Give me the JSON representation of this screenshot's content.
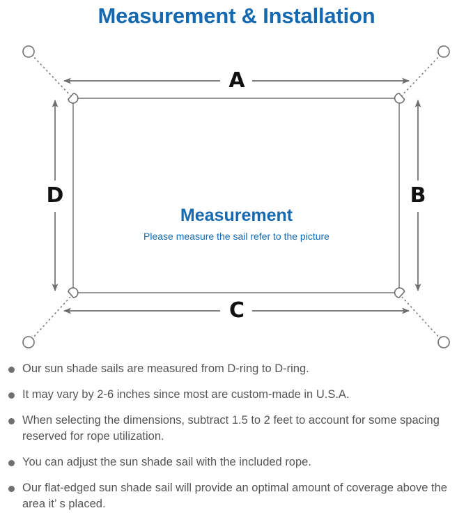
{
  "header": {
    "title": "Measurement & Installation",
    "title_color": "#1569b0"
  },
  "diagram": {
    "center_title": "Measurement",
    "center_subtitle": "Please measure the sail refer to the picture",
    "dimension_labels": {
      "top": "A",
      "right": "B",
      "bottom": "C",
      "left": "D"
    },
    "line_color": "#6e6e6e",
    "sail_outline_color": "#8a8a8a",
    "corners": [
      {
        "name": "top-left-d-ring"
      },
      {
        "name": "top-right-d-ring"
      },
      {
        "name": "bottom-left-d-ring"
      },
      {
        "name": "bottom-right-d-ring"
      }
    ],
    "anchor_points": [
      {
        "name": "top-left-anchor"
      },
      {
        "name": "top-right-anchor"
      },
      {
        "name": "bottom-left-anchor"
      },
      {
        "name": "bottom-right-anchor"
      }
    ]
  },
  "notes": {
    "bullets": [
      "Our sun shade sails are measured from D-ring to D-ring.",
      "It may vary by 2-6 inches since most are custom-made in U.S.A.",
      "When selecting the dimensions, subtract 1.5 to 2 feet to account for some spacing reserved for rope utilization.",
      "You can adjust the sun shade sail with the included rope.",
      "Our flat-edged sun shade sail will provide an optimal amount of coverage above the area it’ s placed."
    ],
    "bullet_color": "#6f6f6f",
    "text_color": "#555555"
  }
}
